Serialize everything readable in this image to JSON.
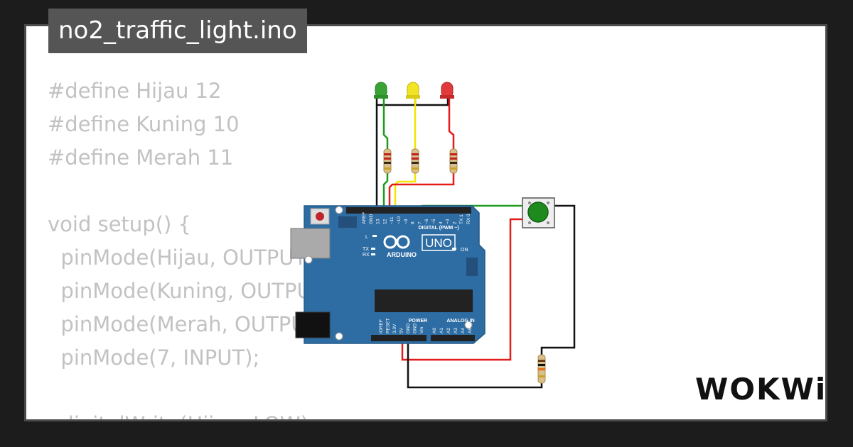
{
  "file_title": "no2_traffic_light.ino",
  "code_lines": [
    "#define Hijau 12",
    "#define Kuning 10",
    "#define Merah 11",
    "",
    "void setup() {",
    "  pinMode(Hijau, OUTPUT);",
    "  pinMode(Kuning, OUTPUT);",
    "  pinMode(Merah, OUTPUT);",
    "  pinMode(7, INPUT);",
    "",
    "  digitalWrite(Hijau, LOW);"
  ],
  "board": {
    "model_label": "UNO",
    "brand_label": "ARDUINO",
    "digital_label": "DIGITAL (PWM ~)",
    "power_label": "POWER",
    "analog_label": "ANALOG IN",
    "on_label": "ON",
    "l_label": "L",
    "tx_label": "TX",
    "rx_label": "RX",
    "power_pins": [
      "IOREF",
      "RESET",
      "3.3V",
      "5V",
      "GND",
      "GND",
      "Vin"
    ],
    "analog_pins": [
      "A0",
      "A1",
      "A2",
      "A3",
      "A4",
      "A5"
    ],
    "digital_pins": [
      "AREF",
      "GND",
      "13",
      "12",
      "~11",
      "~10",
      "~9",
      "8",
      "7",
      "~6",
      "~5",
      "4",
      "~3",
      "2",
      "TX 1",
      "RX 0"
    ]
  },
  "leds": [
    {
      "name": "green",
      "color": "#3aa335"
    },
    {
      "name": "yellow",
      "color": "#f1e425"
    },
    {
      "name": "red",
      "color": "#e03a3a"
    }
  ],
  "wire_colors": {
    "green": "#1f9a1f",
    "yellow": "#f5e500",
    "red": "#e31b1b",
    "black": "#111111"
  },
  "button_color": "#1e8a1e",
  "brand_logo": "WOKWi"
}
